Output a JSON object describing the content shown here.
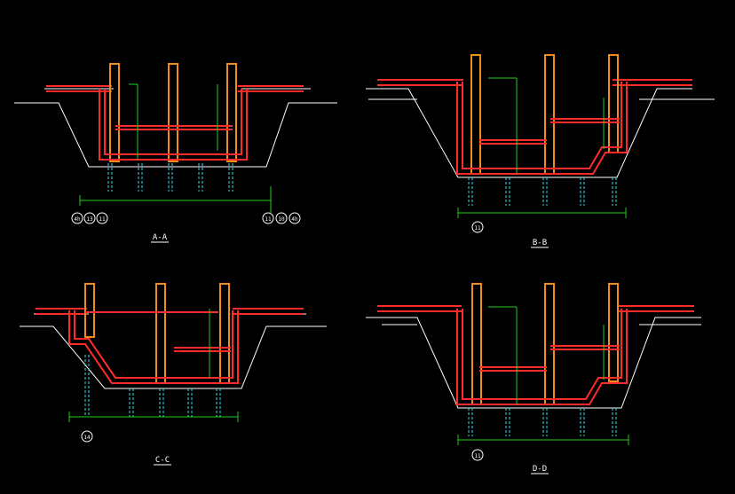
{
  "colors": {
    "background": "#000000",
    "rebar": "#ff2a2a",
    "column_fill": "#f08c1e",
    "outline": "#ffffff",
    "dimension": "#22cc22",
    "pile": "#36e0e8",
    "label": "#ffffff"
  },
  "sections": [
    {
      "id": "A-A",
      "title": "A-A",
      "axis_labels": [
        "4h",
        "13",
        "11",
        "11",
        "10",
        "4h"
      ]
    },
    {
      "id": "B-B",
      "title": "B-B",
      "axis_labels": [
        "11"
      ]
    },
    {
      "id": "C-C",
      "title": "C-C",
      "axis_labels": [
        "14"
      ]
    },
    {
      "id": "D-D",
      "title": "D-D",
      "axis_labels": [
        "11"
      ]
    }
  ]
}
